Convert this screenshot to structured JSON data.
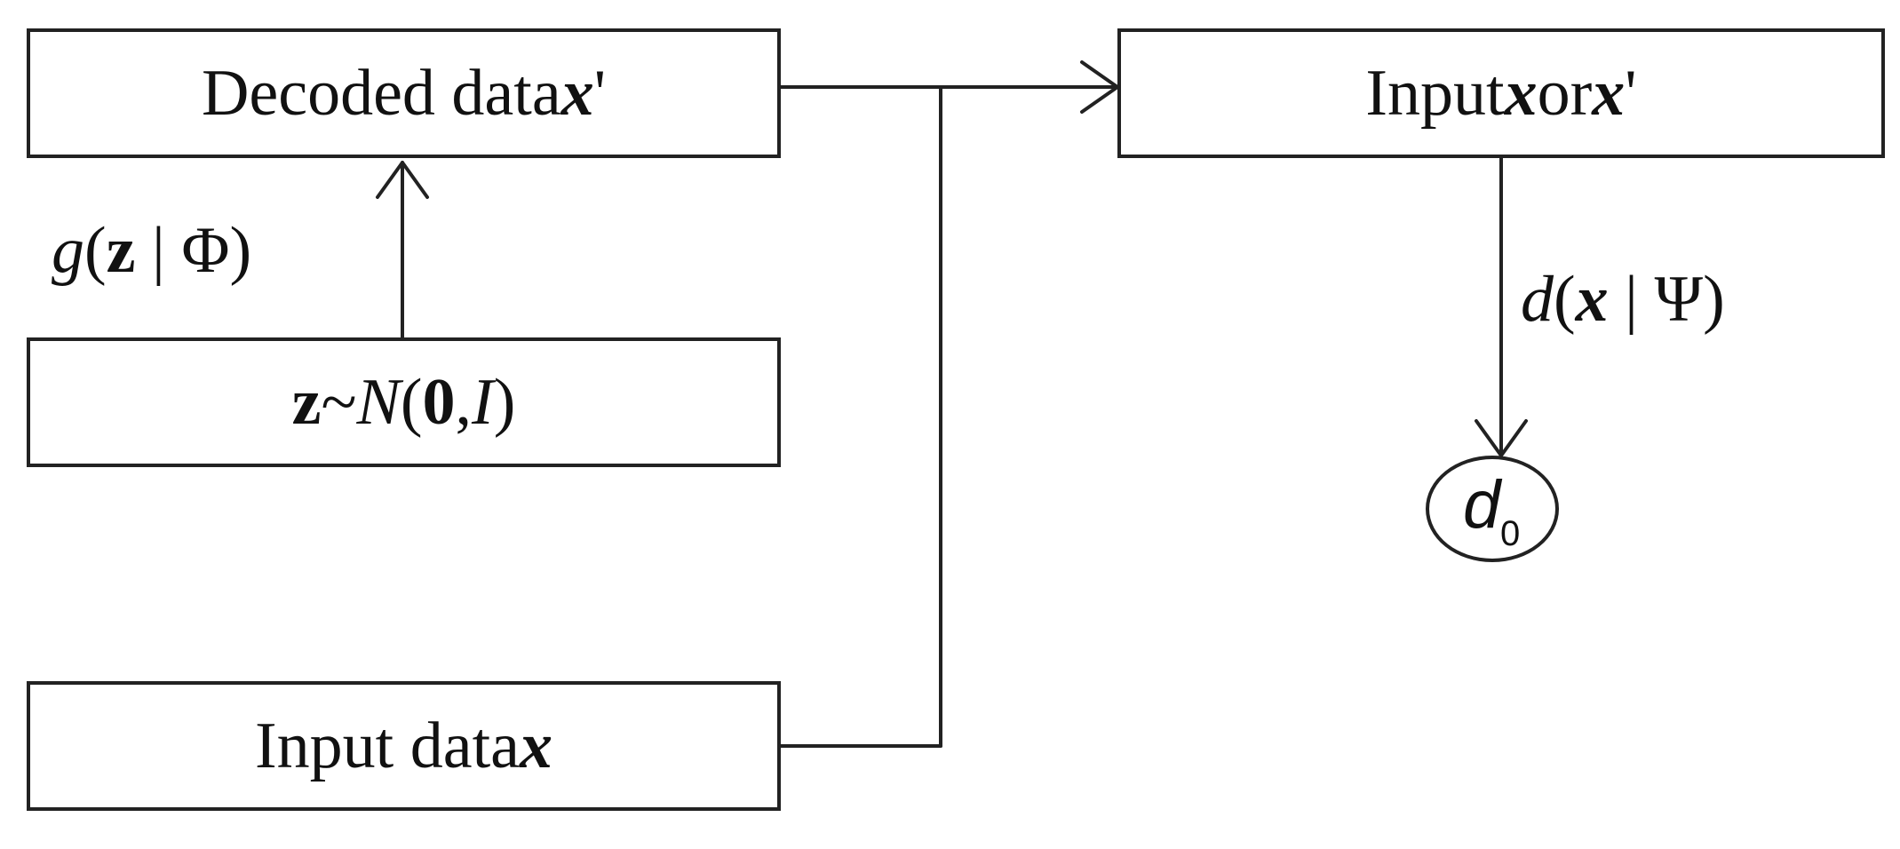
{
  "decoded_box": {
    "prefix": "Decoded data ",
    "var": "x",
    "prime": "'"
  },
  "latent_box": {
    "z": "z",
    "tilde": " ~ ",
    "N": "N",
    "open": "(",
    "zero": "0",
    "comma": ", ",
    "I": "I",
    "close": ")"
  },
  "input_data_box": {
    "prefix": "Input data ",
    "var": "x"
  },
  "input_box": {
    "prefix": "Input ",
    "var1": "x",
    "mid": " or ",
    "var2": "x",
    "prime": "'"
  },
  "generator_label": {
    "fn": "g",
    "open": "(",
    "z": "z",
    "bar": " | ",
    "param": "Φ",
    "close": ")"
  },
  "discriminator_label": {
    "fn": "d",
    "open": "(",
    "x": "x",
    "bar": " | ",
    "param": "Ψ",
    "close": ")"
  },
  "output_node": {
    "main": "d",
    "sub": "0"
  }
}
